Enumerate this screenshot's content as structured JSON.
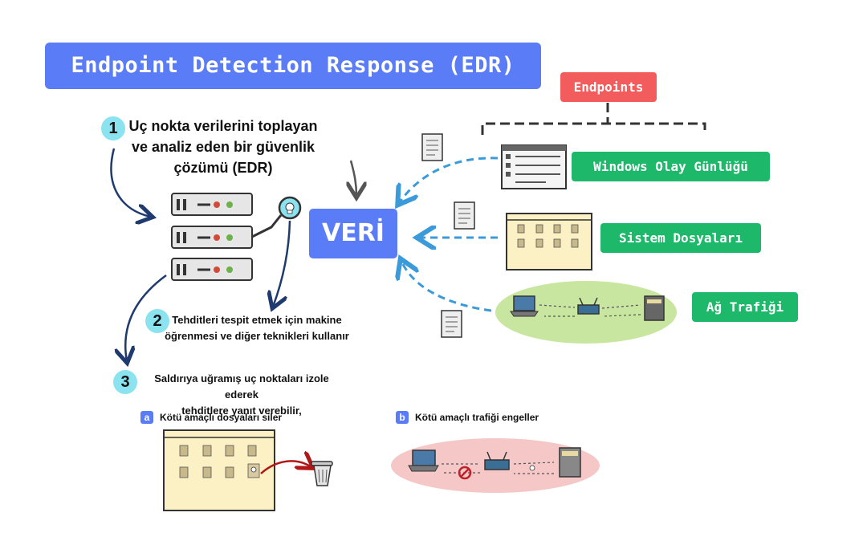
{
  "title": "Endpoint Detection Response (EDR)",
  "endpoints_label": "Endpoints",
  "center_label": "VERİ",
  "sources": [
    {
      "label": "Windows Olay Günlüğü"
    },
    {
      "label": "Sistem Dosyaları"
    },
    {
      "label": "Ağ Trafiği"
    }
  ],
  "steps": [
    {
      "number": "1",
      "text_line1": "Uç nokta verilerini toplayan",
      "text_line2": "ve analiz eden bir güvenlik",
      "text_line3": "çözümü (EDR)"
    },
    {
      "number": "2",
      "text_line1": "Tehditleri tespit etmek için makine",
      "text_line2": "öğrenmesi ve diğer teknikleri kullanır"
    },
    {
      "number": "3",
      "text_line1": "Saldırıya uğramış uç noktaları izole ederek",
      "text_line2": "tehditlere yanıt verebilir,"
    }
  ],
  "actions": [
    {
      "letter": "a",
      "text": "Kötü amaçlı dosyaları siler"
    },
    {
      "letter": "b",
      "text": "Kötü amaçlı trafiği engeller"
    }
  ],
  "colors": {
    "accent_blue": "#5b7cf7",
    "tag_red": "#f25c5c",
    "tag_green": "#1eb86a",
    "number_bg": "#8be3ef",
    "arrow_blue": "#3b9ad9"
  }
}
